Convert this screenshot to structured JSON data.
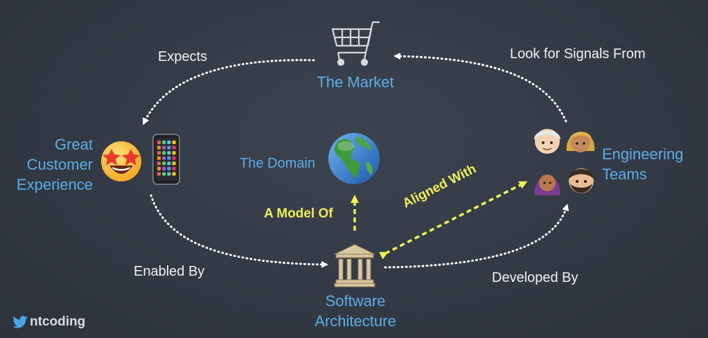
{
  "nodes": {
    "market": "The Market",
    "customer_line1": "Great",
    "customer_line2": "Customer",
    "customer_line3": "Experience",
    "domain": "The Domain",
    "teams_line1": "Engineering",
    "teams_line2": "Teams",
    "arch_line1": "Software",
    "arch_line2": "Architecture"
  },
  "edges": {
    "expects": "Expects",
    "signals": "Look for Signals From",
    "enabled_by": "Enabled By",
    "developed_by": "Developed By",
    "model_of": "A Model Of",
    "aligned_with": "Aligned With"
  },
  "footer": {
    "handle": "ntcoding"
  },
  "icons": [
    "shopping-cart-icon",
    "star-struck-emoji-icon",
    "smartphone-icon",
    "globe-icon",
    "classical-building-icon",
    "people-emoji-icons",
    "twitter-bird-icon"
  ],
  "colors": {
    "background": "#343a45",
    "node_text": "#5aaee6",
    "edge_text": "#f2f2f2",
    "highlight": "#ecee58",
    "arrow": "#ffffff"
  }
}
